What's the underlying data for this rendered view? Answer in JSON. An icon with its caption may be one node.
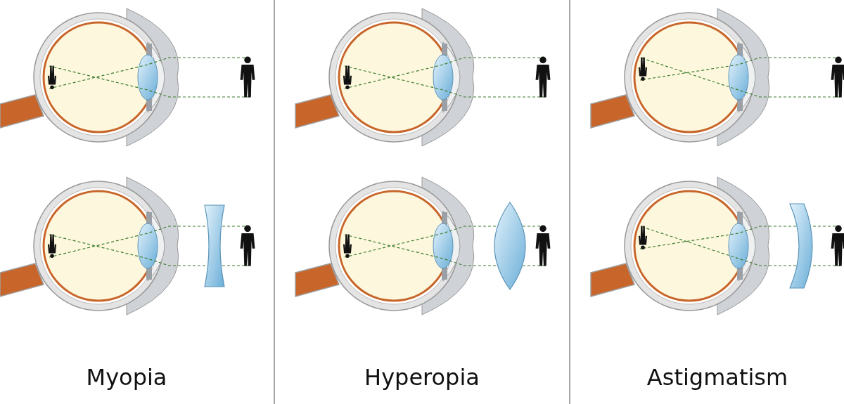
{
  "diagram": {
    "labels": [
      "Myopia",
      "Hyperopia",
      "Astigmatism"
    ]
  }
}
